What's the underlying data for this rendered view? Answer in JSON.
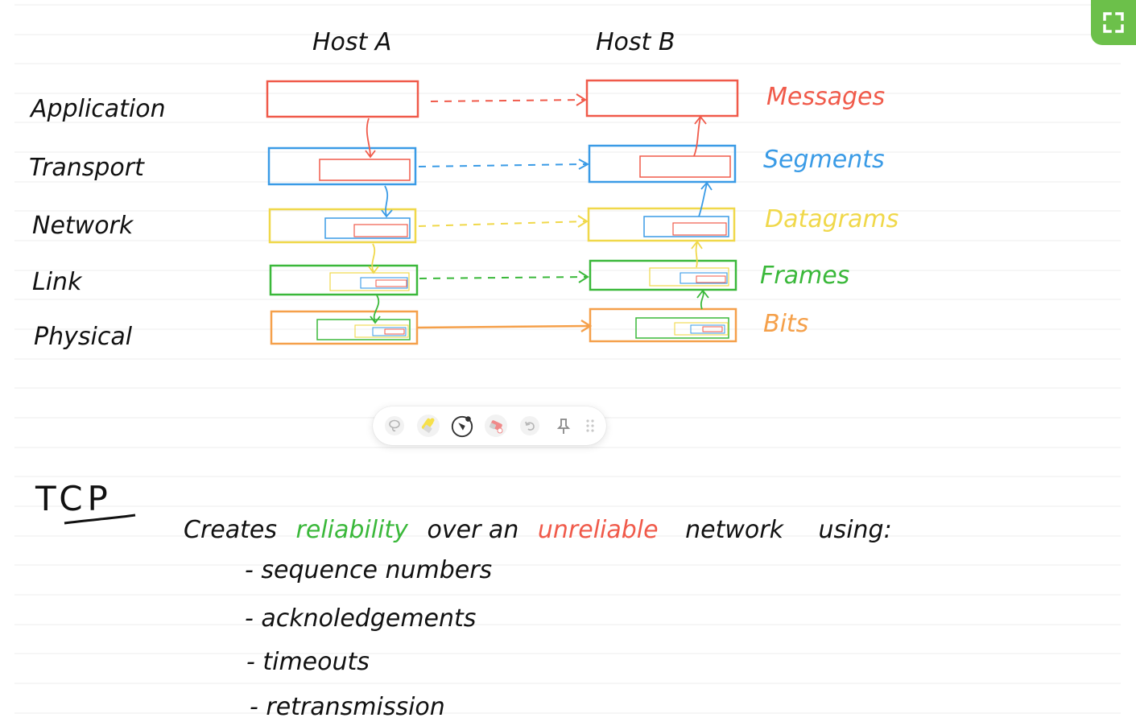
{
  "diagram": {
    "host_a_label": "Host A",
    "host_b_label": "Host B",
    "layers": [
      {
        "name": "Application",
        "unit": "Messages",
        "color": "#f05a4a"
      },
      {
        "name": "Transport",
        "unit": "Segments",
        "color": "#3a9be6"
      },
      {
        "name": "Network",
        "unit": "Datagrams",
        "color": "#f0d84a"
      },
      {
        "name": "Link",
        "unit": "Frames",
        "color": "#3ab83a"
      },
      {
        "name": "Physical",
        "unit": "Bits",
        "color": "#f5a04a"
      }
    ]
  },
  "notes": {
    "heading": "TCP",
    "sentence_parts": [
      "Creates",
      "reliability",
      "over an",
      "unreliable",
      "network",
      "using:"
    ],
    "highlight_good_color": "#3ab83a",
    "highlight_bad_color": "#f05a4a",
    "bullets": [
      "- sequence numbers",
      "- acknoledgements",
      "- timeouts",
      "- retransmission"
    ]
  },
  "toolbar": {
    "tools": [
      "lasso-icon",
      "highlighter-icon",
      "pen-icon",
      "eraser-icon",
      "undo-icon",
      "pin-icon",
      "drag-handle-icon"
    ]
  },
  "corner_button_icon": "fullscreen-icon"
}
